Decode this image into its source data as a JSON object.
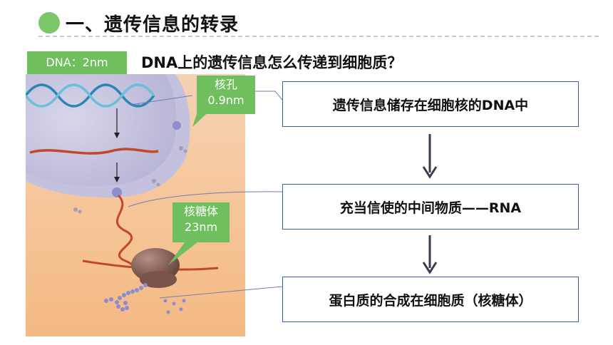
{
  "header": {
    "title": "一、遗传信息的转录",
    "question": "DNA上的遗传信息怎么传递到细胞质？"
  },
  "callouts": {
    "dna": "DNA：2nm",
    "pore_name": "核孔",
    "pore_size": "0.9nm",
    "ribosome_name": "核糖体",
    "ribosome_size": "23nm"
  },
  "steps": [
    "遗传信息储存在细胞核的DNA中",
    "充当信使的中间物质——RNA",
    "蛋白质的合成在细胞质（核糖体）"
  ],
  "colors": {
    "accent_green": "#6fbf5e",
    "box_border": "#3f5e9f",
    "cytoplasm": "#f6caa0",
    "nucleus": "#c9c6df",
    "mrna": "#c2482b",
    "dna_strand": "#2c86b5"
  }
}
